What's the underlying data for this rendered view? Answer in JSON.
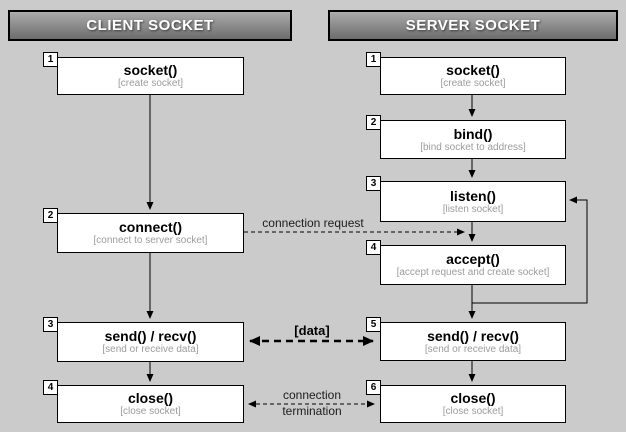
{
  "client": {
    "header": "CLIENT SOCKET",
    "steps": [
      {
        "num": "1",
        "title": "socket()",
        "subtitle": "[create socket]"
      },
      {
        "num": "2",
        "title": "connect()",
        "subtitle": "[connect to server socket]"
      },
      {
        "num": "3",
        "title": "send() / recv()",
        "subtitle": "[send or receive data]"
      },
      {
        "num": "4",
        "title": "close()",
        "subtitle": "[close socket]"
      }
    ]
  },
  "server": {
    "header": "SERVER SOCKET",
    "steps": [
      {
        "num": "1",
        "title": "socket()",
        "subtitle": "[create socket]"
      },
      {
        "num": "2",
        "title": "bind()",
        "subtitle": "[bind socket to address]"
      },
      {
        "num": "3",
        "title": "listen()",
        "subtitle": "[listen socket]"
      },
      {
        "num": "4",
        "title": "accept()",
        "subtitle": "[accept request and create socket]"
      },
      {
        "num": "5",
        "title": "send() / recv()",
        "subtitle": "[send or receive data]"
      },
      {
        "num": "6",
        "title": "close()",
        "subtitle": "[close socket]"
      }
    ]
  },
  "connections": {
    "request_label": "connection request",
    "data_label": "[data]",
    "termination_label": "connection\ntermination"
  },
  "colors": {
    "background": "#cbcbcb",
    "box_fill": "#ffffff",
    "box_border": "#000000",
    "header_gradient_top": "#ababab",
    "header_gradient_bottom": "#6c6c6c",
    "header_text": "#ffffff",
    "subtitle_text": "#9c9c9c",
    "arrow": "#000000"
  }
}
